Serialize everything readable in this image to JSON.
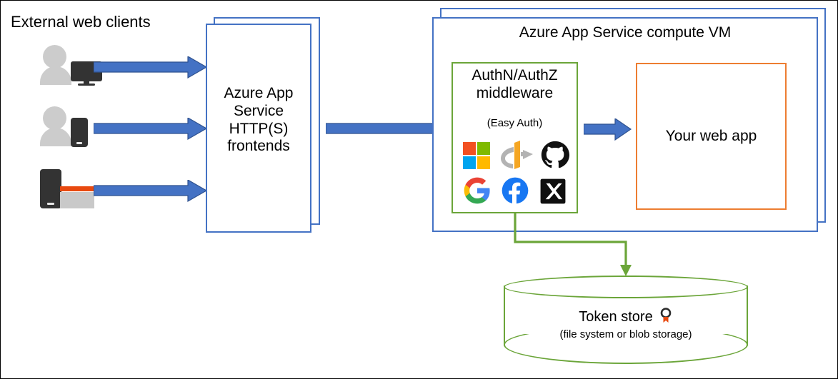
{
  "diagram": {
    "title_left": "External web clients",
    "title_vm": "Azure App Service compute VM",
    "frontends_label": "Azure App Service HTTP(S) frontends",
    "frontends_lines": [
      "Azure App",
      "Service",
      "HTTP(S)",
      "frontends"
    ],
    "middleware_lines": [
      "AuthN/AuthZ",
      "middleware"
    ],
    "middleware_sub": "(Easy Auth)",
    "webapp_label": "Your web app",
    "token_store_label": "Token store",
    "token_store_sub": "(file system or blob storage)"
  },
  "clients": [
    {
      "name": "user-with-desktop",
      "icon": "person-desktop-icon"
    },
    {
      "name": "user-with-phone",
      "icon": "person-phone-icon"
    },
    {
      "name": "phone-with-browser",
      "icon": "phone-browser-icon"
    }
  ],
  "identity_providers": [
    {
      "name": "Microsoft",
      "icon": "microsoft-logo-icon"
    },
    {
      "name": "OpenID Connect",
      "icon": "openid-connect-logo-icon"
    },
    {
      "name": "GitHub",
      "icon": "github-logo-icon"
    },
    {
      "name": "Google",
      "icon": "google-logo-icon"
    },
    {
      "name": "Facebook",
      "icon": "facebook-logo-icon"
    },
    {
      "name": "X",
      "icon": "x-logo-icon"
    }
  ],
  "flows": [
    {
      "name": "client1-to-frontends",
      "icon": "blue-arrow-right-icon"
    },
    {
      "name": "client2-to-frontends",
      "icon": "blue-arrow-right-icon"
    },
    {
      "name": "client3-to-frontends",
      "icon": "blue-arrow-right-icon"
    },
    {
      "name": "frontends-to-middleware",
      "icon": "blue-arrow-right-icon"
    },
    {
      "name": "middleware-to-webapp",
      "icon": "blue-arrow-right-icon"
    },
    {
      "name": "middleware-to-token-store",
      "icon": "green-elbow-arrow-icon"
    }
  ],
  "colors": {
    "azure_blue": "#4472C4",
    "arrow_blue": "#4472C4",
    "arrow_blue_outline": "#2F528F",
    "green": "#6BA539",
    "orange": "#ED7D31",
    "badge_orange": "#E8490F",
    "person_grey": "#CCCCCC",
    "device_dark": "#333333"
  }
}
